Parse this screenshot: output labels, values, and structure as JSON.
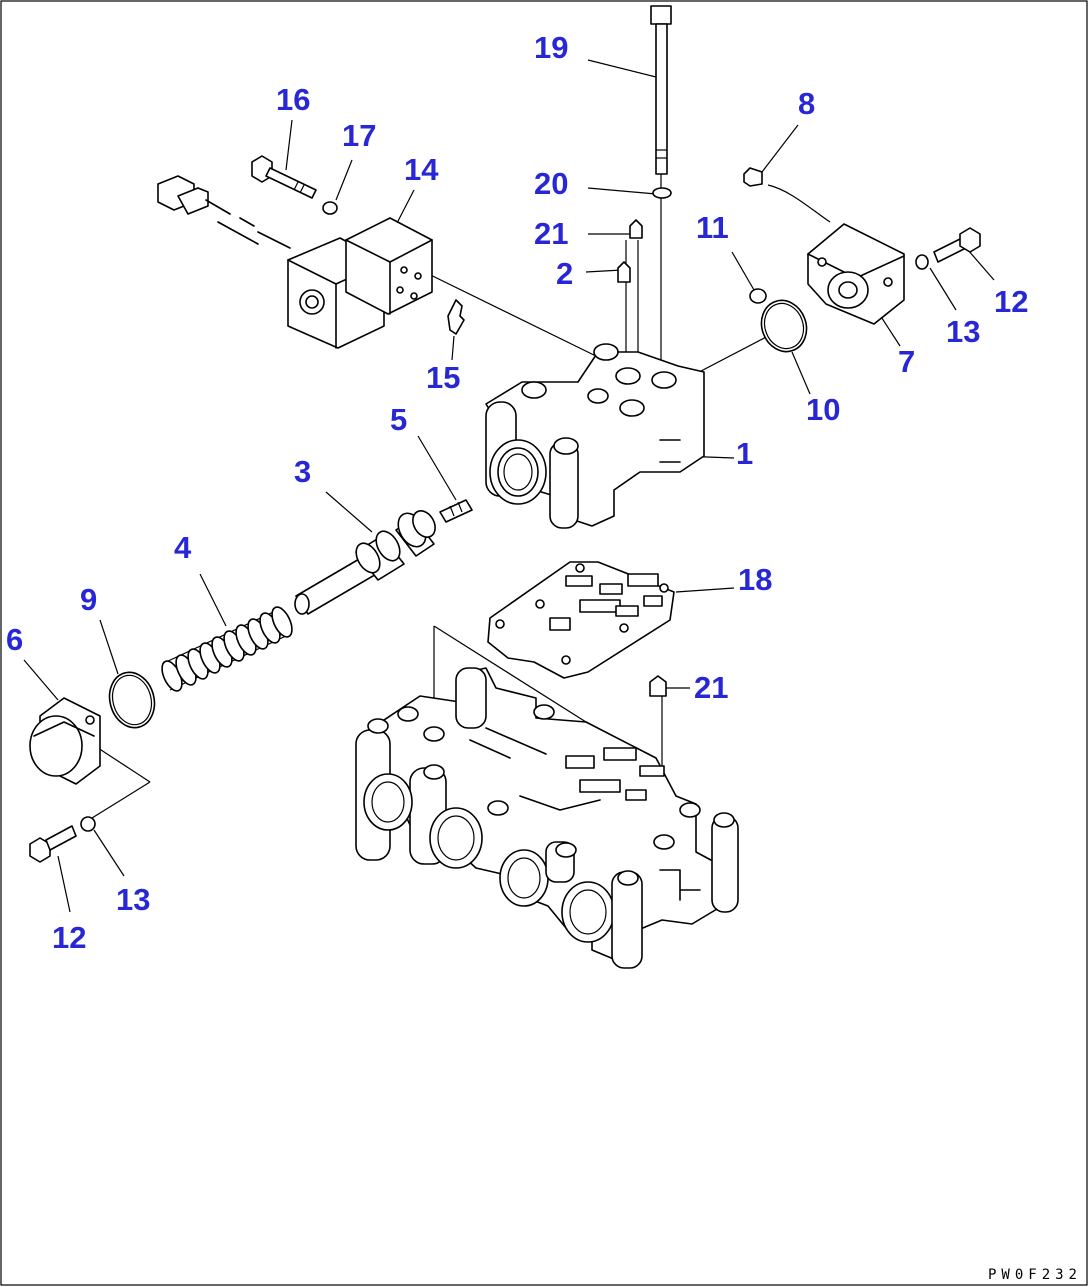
{
  "diagram": {
    "drawing_code": "PW0F232",
    "callouts": [
      {
        "id": "c19",
        "label": "19"
      },
      {
        "id": "c16",
        "label": "16"
      },
      {
        "id": "c17",
        "label": "17"
      },
      {
        "id": "c14",
        "label": "14"
      },
      {
        "id": "c8",
        "label": "8"
      },
      {
        "id": "c20",
        "label": "20"
      },
      {
        "id": "c21a",
        "label": "21"
      },
      {
        "id": "c11",
        "label": "11"
      },
      {
        "id": "c2",
        "label": "2"
      },
      {
        "id": "c12a",
        "label": "12"
      },
      {
        "id": "c13a",
        "label": "13"
      },
      {
        "id": "c7",
        "label": "7"
      },
      {
        "id": "c15",
        "label": "15"
      },
      {
        "id": "c10",
        "label": "10"
      },
      {
        "id": "c5",
        "label": "5"
      },
      {
        "id": "c1",
        "label": "1"
      },
      {
        "id": "c3",
        "label": "3"
      },
      {
        "id": "c4",
        "label": "4"
      },
      {
        "id": "c18",
        "label": "18"
      },
      {
        "id": "c9",
        "label": "9"
      },
      {
        "id": "c6",
        "label": "6"
      },
      {
        "id": "c21b",
        "label": "21"
      },
      {
        "id": "c13b",
        "label": "13"
      },
      {
        "id": "c12b",
        "label": "12"
      }
    ]
  }
}
